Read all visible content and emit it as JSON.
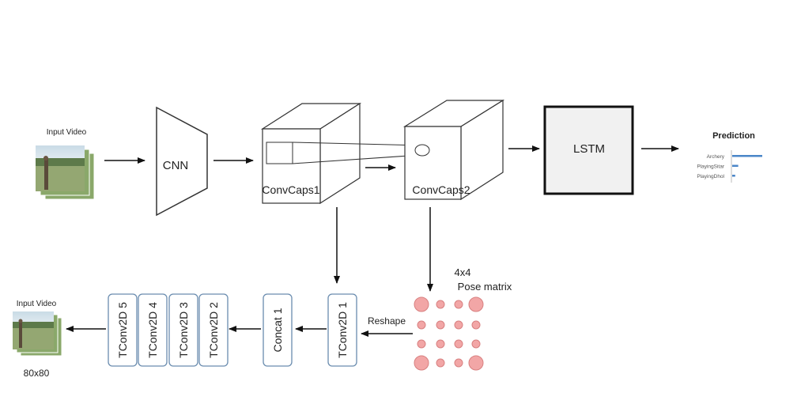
{
  "input_top": {
    "label": "Input Video"
  },
  "cnn": {
    "label": "CNN"
  },
  "convcaps1": {
    "label": "ConvCaps1"
  },
  "convcaps2": {
    "label": "ConvCaps2"
  },
  "lstm": {
    "label": "LSTM"
  },
  "prediction": {
    "title": "Prediction",
    "items": [
      {
        "label": "Archery",
        "value": 1.0
      },
      {
        "label": "PlayingSitar",
        "value": 0.2
      },
      {
        "label": "PlayingDhol",
        "value": 0.1
      }
    ],
    "bar_color": "#4a86c8"
  },
  "pose": {
    "size": "4x4",
    "title": "Pose matrix",
    "dot_color": "#f2a6a6",
    "dot_stroke": "#d88080"
  },
  "reshape": {
    "label": "Reshape"
  },
  "decoder_blocks": [
    "TConv2D 1",
    "Concat 1",
    "TConv2D 2",
    "TConv2D 3",
    "TConv2D 4",
    "TConv2D 5"
  ],
  "input_bottom": {
    "label": "Input Video",
    "size": "80x80"
  },
  "colors": {
    "line": "#111111",
    "block_border": "#6a8caf",
    "lstm_fill": "#f1f1f1"
  }
}
